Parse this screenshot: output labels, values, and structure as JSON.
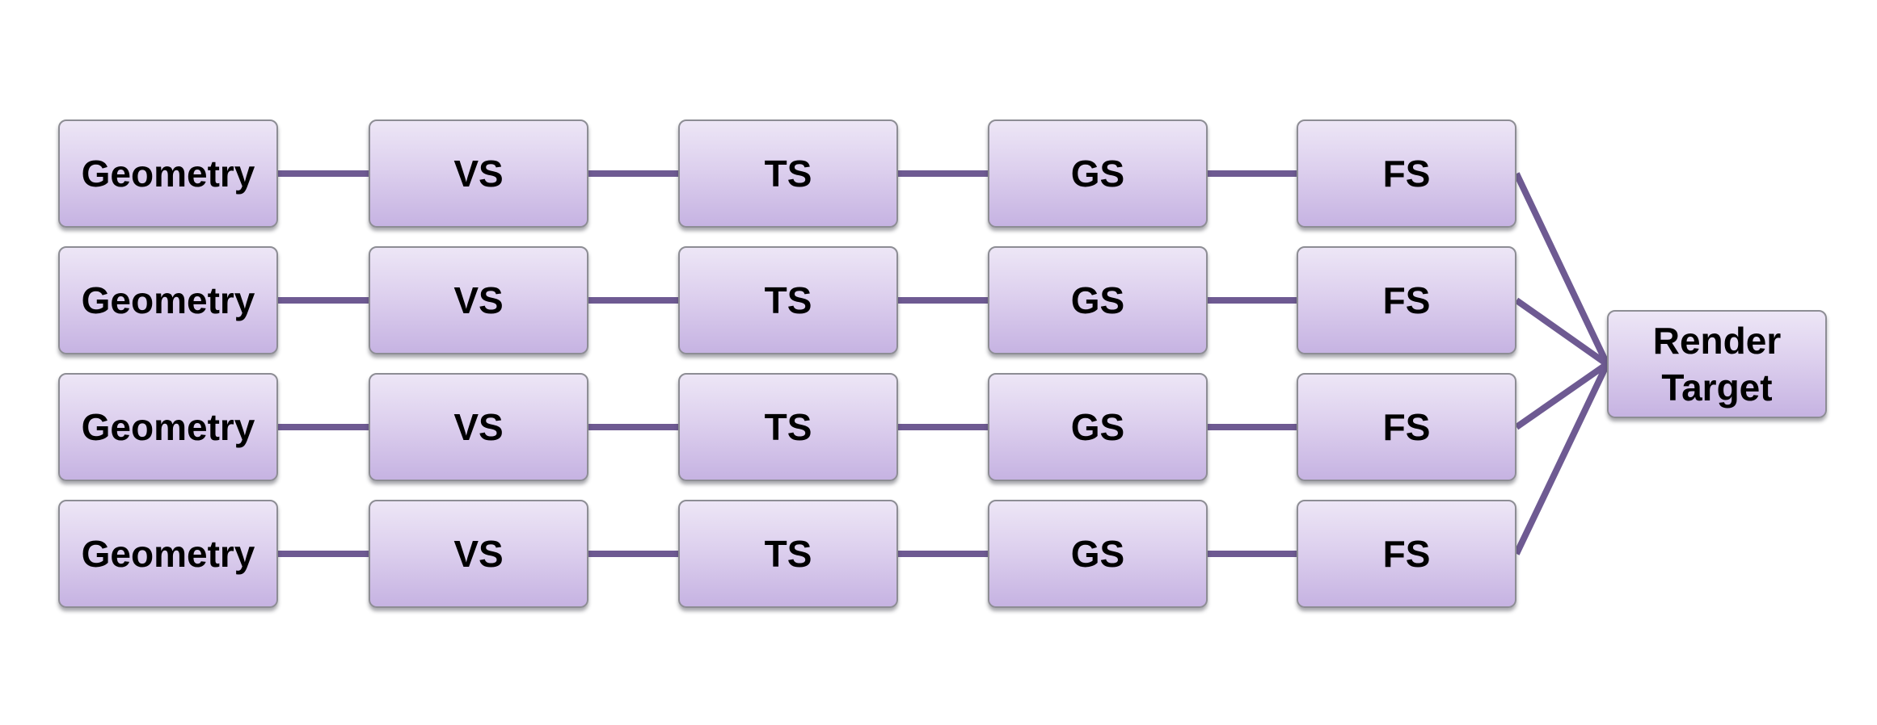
{
  "diagram": {
    "rows": [
      [
        "Geometry",
        "VS",
        "TS",
        "GS",
        "FS"
      ],
      [
        "Geometry",
        "VS",
        "TS",
        "GS",
        "FS"
      ],
      [
        "Geometry",
        "VS",
        "TS",
        "GS",
        "FS"
      ],
      [
        "Geometry",
        "VS",
        "TS",
        "GS",
        "FS"
      ]
    ],
    "render_target": "Render\nTarget",
    "colors": {
      "connector": "#6e5a92",
      "box_top": "#ede6f6",
      "box_bottom": "#c6b3e2",
      "box_border": "#8d8d94"
    }
  }
}
